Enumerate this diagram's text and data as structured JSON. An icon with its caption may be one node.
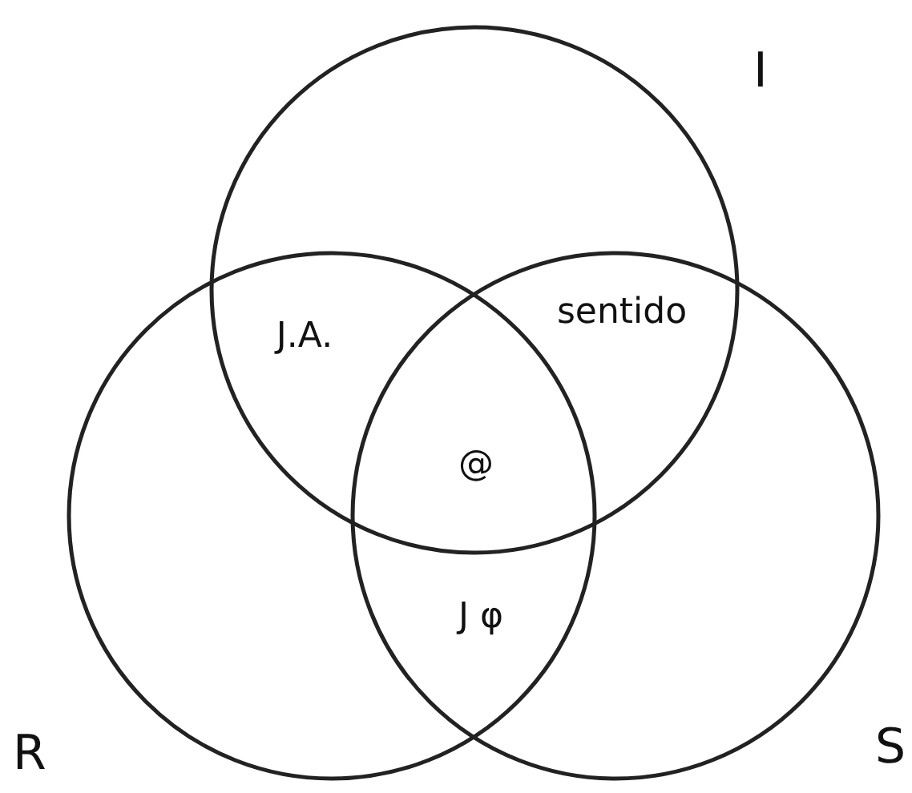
{
  "diagram": {
    "nodes": [
      {
        "text": [
          "I"
        ]
      },
      {
        "text": [
          "R"
        ]
      },
      {
        "text": [
          "S"
        ]
      }
    ],
    "edges": [],
    "labels": [
      "J.A.",
      "sentido",
      "@",
      "J φ"
    ]
  }
}
